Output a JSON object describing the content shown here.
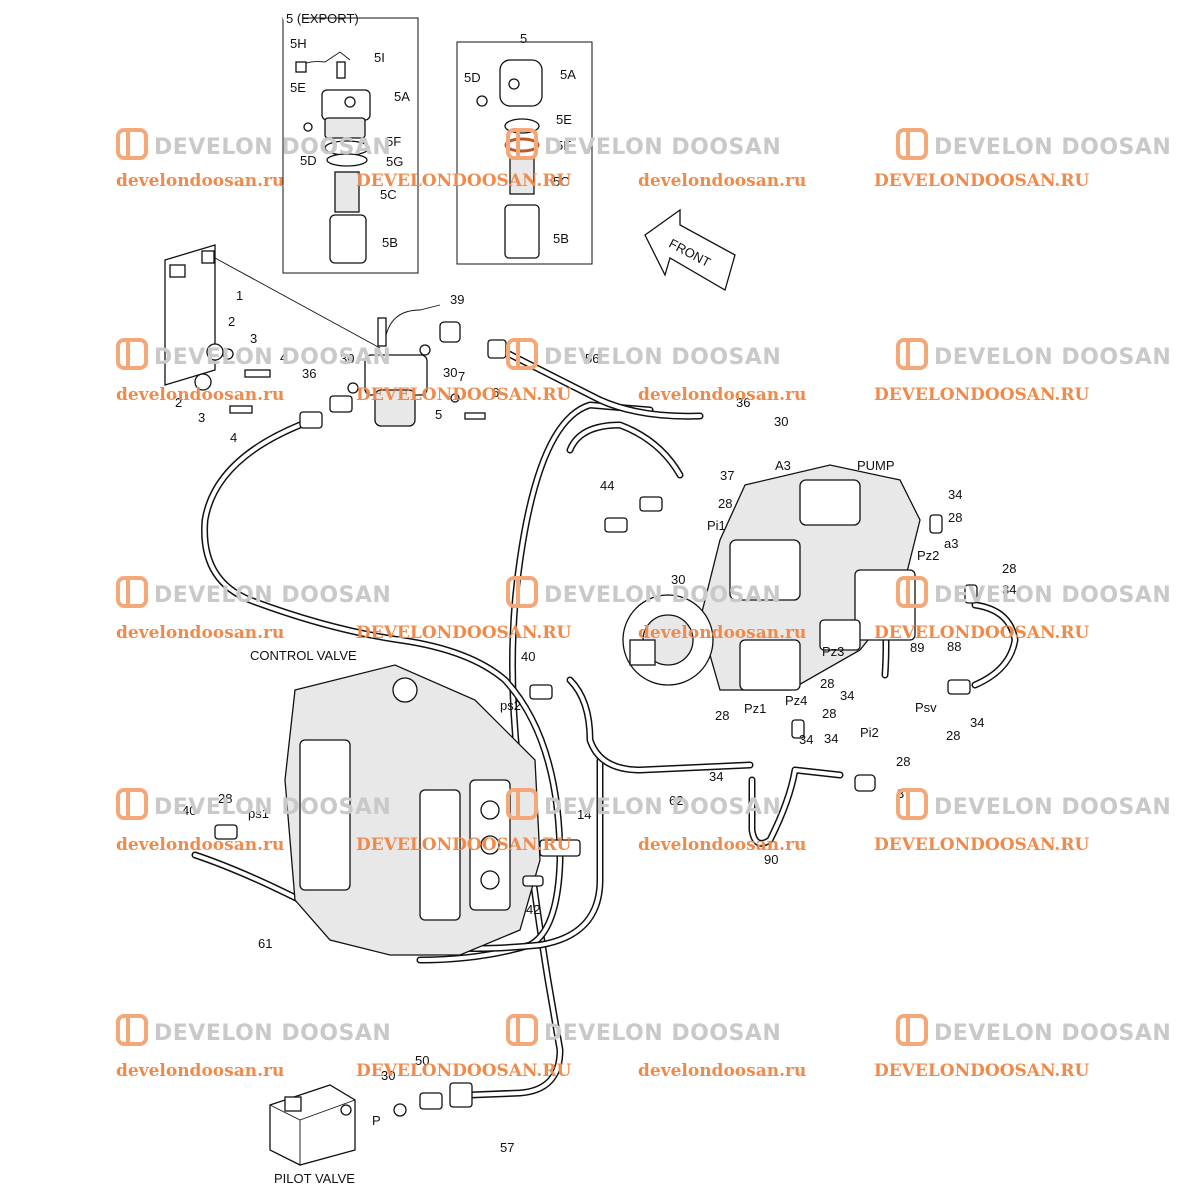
{
  "watermark": {
    "brand_text": "DEVELON DOOSAN",
    "url_lower": "develondoosan.ru",
    "url_upper": "DEVELONDOOSAN.RU",
    "url_color": "#f08a4b",
    "icon_color": "#f4a777",
    "icon": "develon-doosan-logo-icon"
  },
  "insets": {
    "export_title": "5 (EXPORT)",
    "standard_title": "5"
  },
  "front_arrow_label": "FRONT",
  "components": {
    "pump": "PUMP",
    "control_valve": "CONTROL VALVE",
    "pilot_valve": "PILOT VALVE"
  },
  "port_labels": {
    "A3": "A3",
    "a3": "a3",
    "Pi1": "Pi1",
    "Pi2": "Pi2",
    "Pz1": "Pz1",
    "Pz2": "Pz2",
    "Pz3": "Pz3",
    "Pz4": "Pz4",
    "Psv": "Psv",
    "ps1": "ps1",
    "ps2": "ps2",
    "P": "P"
  },
  "export_inset_parts": [
    "5H",
    "5I",
    "5E",
    "5A",
    "5D",
    "5F",
    "5G",
    "5C",
    "5B"
  ],
  "standard_inset_parts": [
    "5D",
    "5A",
    "5E",
    "5F",
    "5C",
    "5B"
  ],
  "part_numbers": [
    "1",
    "2",
    "3",
    "4",
    "2",
    "3",
    "4",
    "5",
    "6",
    "7",
    "30",
    "30",
    "36",
    "39",
    "56",
    "36",
    "30",
    "37",
    "28",
    "44",
    "30",
    "34",
    "28",
    "28",
    "34",
    "89",
    "88",
    "34",
    "28",
    "28",
    "34",
    "34",
    "28",
    "34",
    "28",
    "37",
    "28",
    "40",
    "62",
    "90",
    "34",
    "14",
    "42",
    "28",
    "40",
    "61",
    "50",
    "30",
    "57"
  ]
}
